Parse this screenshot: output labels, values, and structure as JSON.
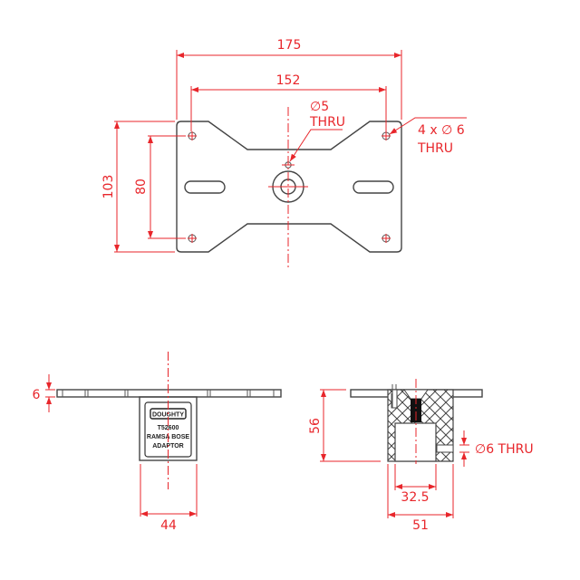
{
  "drawing": {
    "colors": {
      "part_outline": "#444444",
      "dimension": "#e8262b",
      "background": "#ffffff"
    },
    "top_view": {
      "dim_overall_width": "175",
      "dim_hole_spacing_width": "152",
      "dim_overall_height": "103",
      "dim_hole_spacing_height": "80",
      "center_hole_note_line1": "∅5",
      "center_hole_note_line2": "THRU",
      "corner_holes_note_line1": "4 x ∅ 6",
      "corner_holes_note_line2": "THRU"
    },
    "front_view": {
      "dim_plate_thickness": "6",
      "dim_block_width": "44",
      "label": {
        "brand": "DOUGHTY",
        "part_number": "T52600",
        "line2": "RAMSA BOSE",
        "line3": "ADAPTOR"
      }
    },
    "section_view": {
      "dim_height": "56",
      "dim_bore_width": "32.5",
      "dim_block_width": "51",
      "side_hole_note": "∅6 THRU"
    }
  }
}
